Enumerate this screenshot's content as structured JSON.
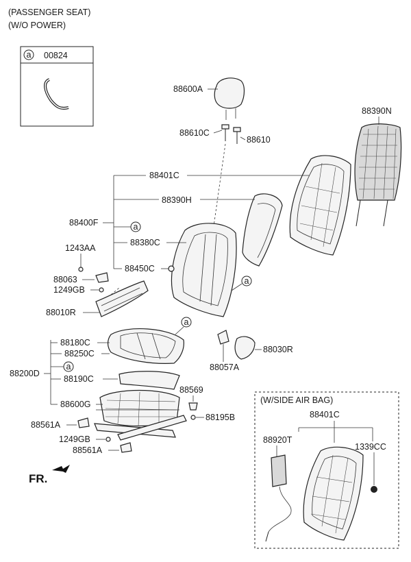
{
  "header": {
    "line1": "(PASSENGER SEAT)",
    "line2": "(W/O POWER)"
  },
  "inset": {
    "marker": "a",
    "part": "00824"
  },
  "labels": {
    "p88600A": "88600A",
    "p88610C": "88610C",
    "p88610": "88610",
    "p88390N": "88390N",
    "p88401C": "88401C",
    "p88390H": "88390H",
    "p88400F": "88400F",
    "p88380C": "88380C",
    "p1243AA": "1243AA",
    "p88450C": "88450C",
    "p88063": "88063",
    "p1249GB": "1249GB",
    "p88010R": "88010R",
    "p88180C": "88180C",
    "p88250C": "88250C",
    "p88200D": "88200D",
    "p88190C": "88190C",
    "p88600G": "88600G",
    "p88057A": "88057A",
    "p88030R": "88030R",
    "p88569": "88569",
    "p88195B": "88195B",
    "p88561A_1": "88561A",
    "p1249GB_2": "1249GB",
    "p88561A_2": "88561A"
  },
  "markers": {
    "a": "a"
  },
  "direction": "FR.",
  "airbag": {
    "title": "(W/SIDE AIR BAG)",
    "p88401C": "88401C",
    "p88920T": "88920T",
    "p1339CC": "1339CC"
  }
}
